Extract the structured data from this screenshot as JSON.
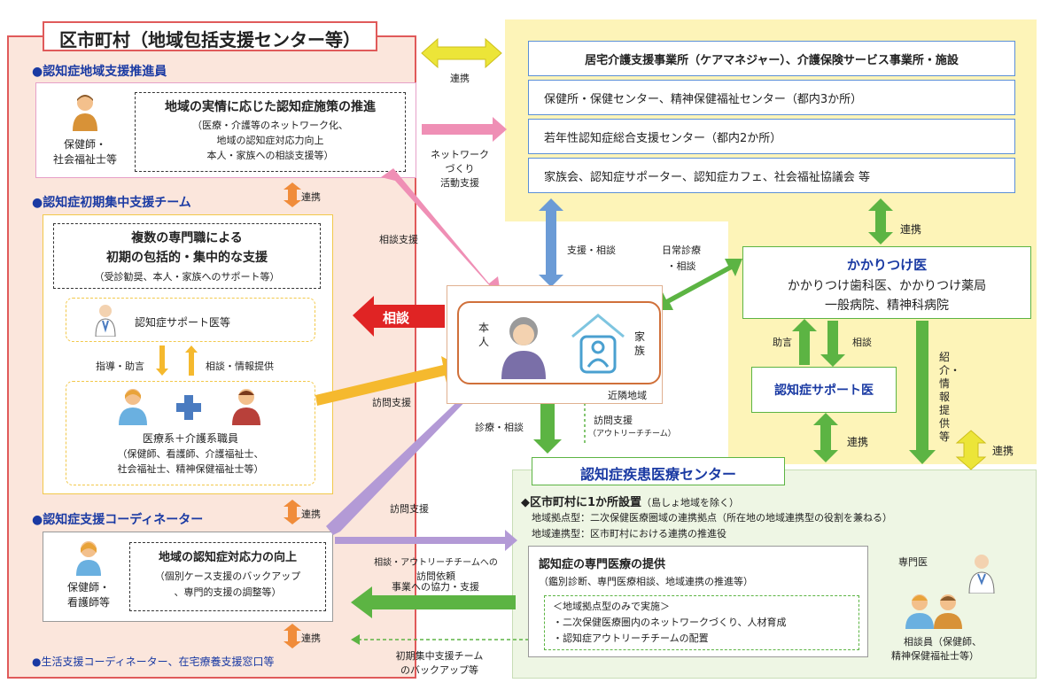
{
  "left_panel": {
    "title": "区市町村（地域包括支援センター等）",
    "promoter": {
      "heading": "●認知症地域支援推進員",
      "person_label_1": "保健師・",
      "person_label_2": "社会福祉士等",
      "box_title": "地域の実情に応じた認知症施策の推進",
      "box_line1": "（医療・介護等のネットワーク化、",
      "box_line2": "地域の認知症対応力向上",
      "box_line3": "本人・家族への相談支援等）"
    },
    "link_1": "連携",
    "team": {
      "heading": "●認知症初期集中支援チーム",
      "box_line1": "複数の専門職による",
      "box_line2": "初期の包括的・集中的な支援",
      "box_line3": "（受診勧奨、本人・家族へのサポート等）",
      "doctor_label": "認知症サポート医等",
      "guidance": "指導・助言",
      "consult_info": "相談・情報提供",
      "staff_title": "医療系＋介護系職員",
      "staff_line1": "（保健師、看護師、介護福祉士、",
      "staff_line2": "社会福祉士、精神保健福祉士等）"
    },
    "link_2": "連携",
    "coordinator": {
      "heading": "●認知症支援コーディネーター",
      "person_label_1": "保健師・",
      "person_label_2": "看護師等",
      "box_title": "地域の認知症対応力の向上",
      "box_line1": "（個別ケース支援のバックアップ",
      "box_line2": "、専門的支援の調整等）"
    },
    "link_3": "連携",
    "footer": "●生活支援コーディネーター、在宅療養支援窓口等"
  },
  "top_right": {
    "items": [
      "居宅介護支援事業所（ケアマネジャー）、介護保険サービス事業所・施設",
      "保健所・保健センター、精神保健福祉センター（都内3か所）",
      "若年性認知症総合支援センター（都内2か所）",
      "家族会、認知症サポーター、認知症カフェ、社会福祉協議会 等"
    ]
  },
  "center": {
    "person_label": "本人",
    "family_label": "家族",
    "area_label": "近隣地域"
  },
  "arrows": {
    "renkei_top": "連携",
    "network_1": "ネットワーク",
    "network_2": "づくり",
    "network_3": "活動支援",
    "soudan_shien": "相談支援",
    "soudan_big": "相談",
    "houmon_1": "訪問支援",
    "houmon_2": "訪問支援",
    "shien_soudan": "支援・相談",
    "nichijo_1": "日常診療",
    "nichijo_2": "・相談",
    "shinryo_soudan": "診療・相談",
    "outreach_1": "訪問支援",
    "outreach_2": "（アウトリーチチーム）",
    "request_1": "相談・アウトリーチチームへの",
    "request_2": "訪問依頼",
    "cooperation": "事業への協力・支援",
    "backup_1": "初期集中支援チーム",
    "backup_2": "のバックアップ等",
    "renkei_kakari": "連携",
    "renkei_support": "連携",
    "renkei_right": "連携",
    "advice": "助言",
    "consult": "相談",
    "introduce": "紹介・情報提供等"
  },
  "kakaritsuke": {
    "title": "かかりつけ医",
    "line1": "かかりつけ歯科医、かかりつけ薬局",
    "line2": "一般病院、精神科病院"
  },
  "support_doctor": "認知症サポート医",
  "medical_center": {
    "title": "認知症疾患医療センター",
    "setup": "◆区市町村に1か所設置",
    "setup_note": "（島しょ地域を除く）",
    "hub": "地域拠点型：二次保健医療圏域の連携拠点（所在地の地域連携型の役割を兼ねる）",
    "link_type": "地域連携型：区市町村における連携の推進役",
    "service_title": "認知症の専門医療の提供",
    "service_line": "（鑑別診断、専門医療相談、地域連携の推進等）",
    "hub_only": "＜地域拠点型のみで実施＞",
    "hub_item1": "・二次保健医療圏内のネットワークづくり、人材育成",
    "hub_item2": "・認知症アウトリーチチームの配置",
    "specialist": "専門医",
    "counselor_1": "相談員（保健師、",
    "counselor_2": "精神保健福祉士等）"
  },
  "colors": {
    "left_bg": "#fbe6dc",
    "left_border": "#e05a5a",
    "top_right_bg": "#fdf4b8",
    "item_border": "#5b8fd6",
    "center_bg": "#eef6e4",
    "green_arrow": "#5cb443",
    "pink_arrow": "#ef8fb5",
    "blue_arrow": "#6b9bd6",
    "red_arrow": "#e02424",
    "orange_arrow": "#f5b92e",
    "purple_arrow": "#b39ad6",
    "yellow_arrow": "#ece538"
  }
}
